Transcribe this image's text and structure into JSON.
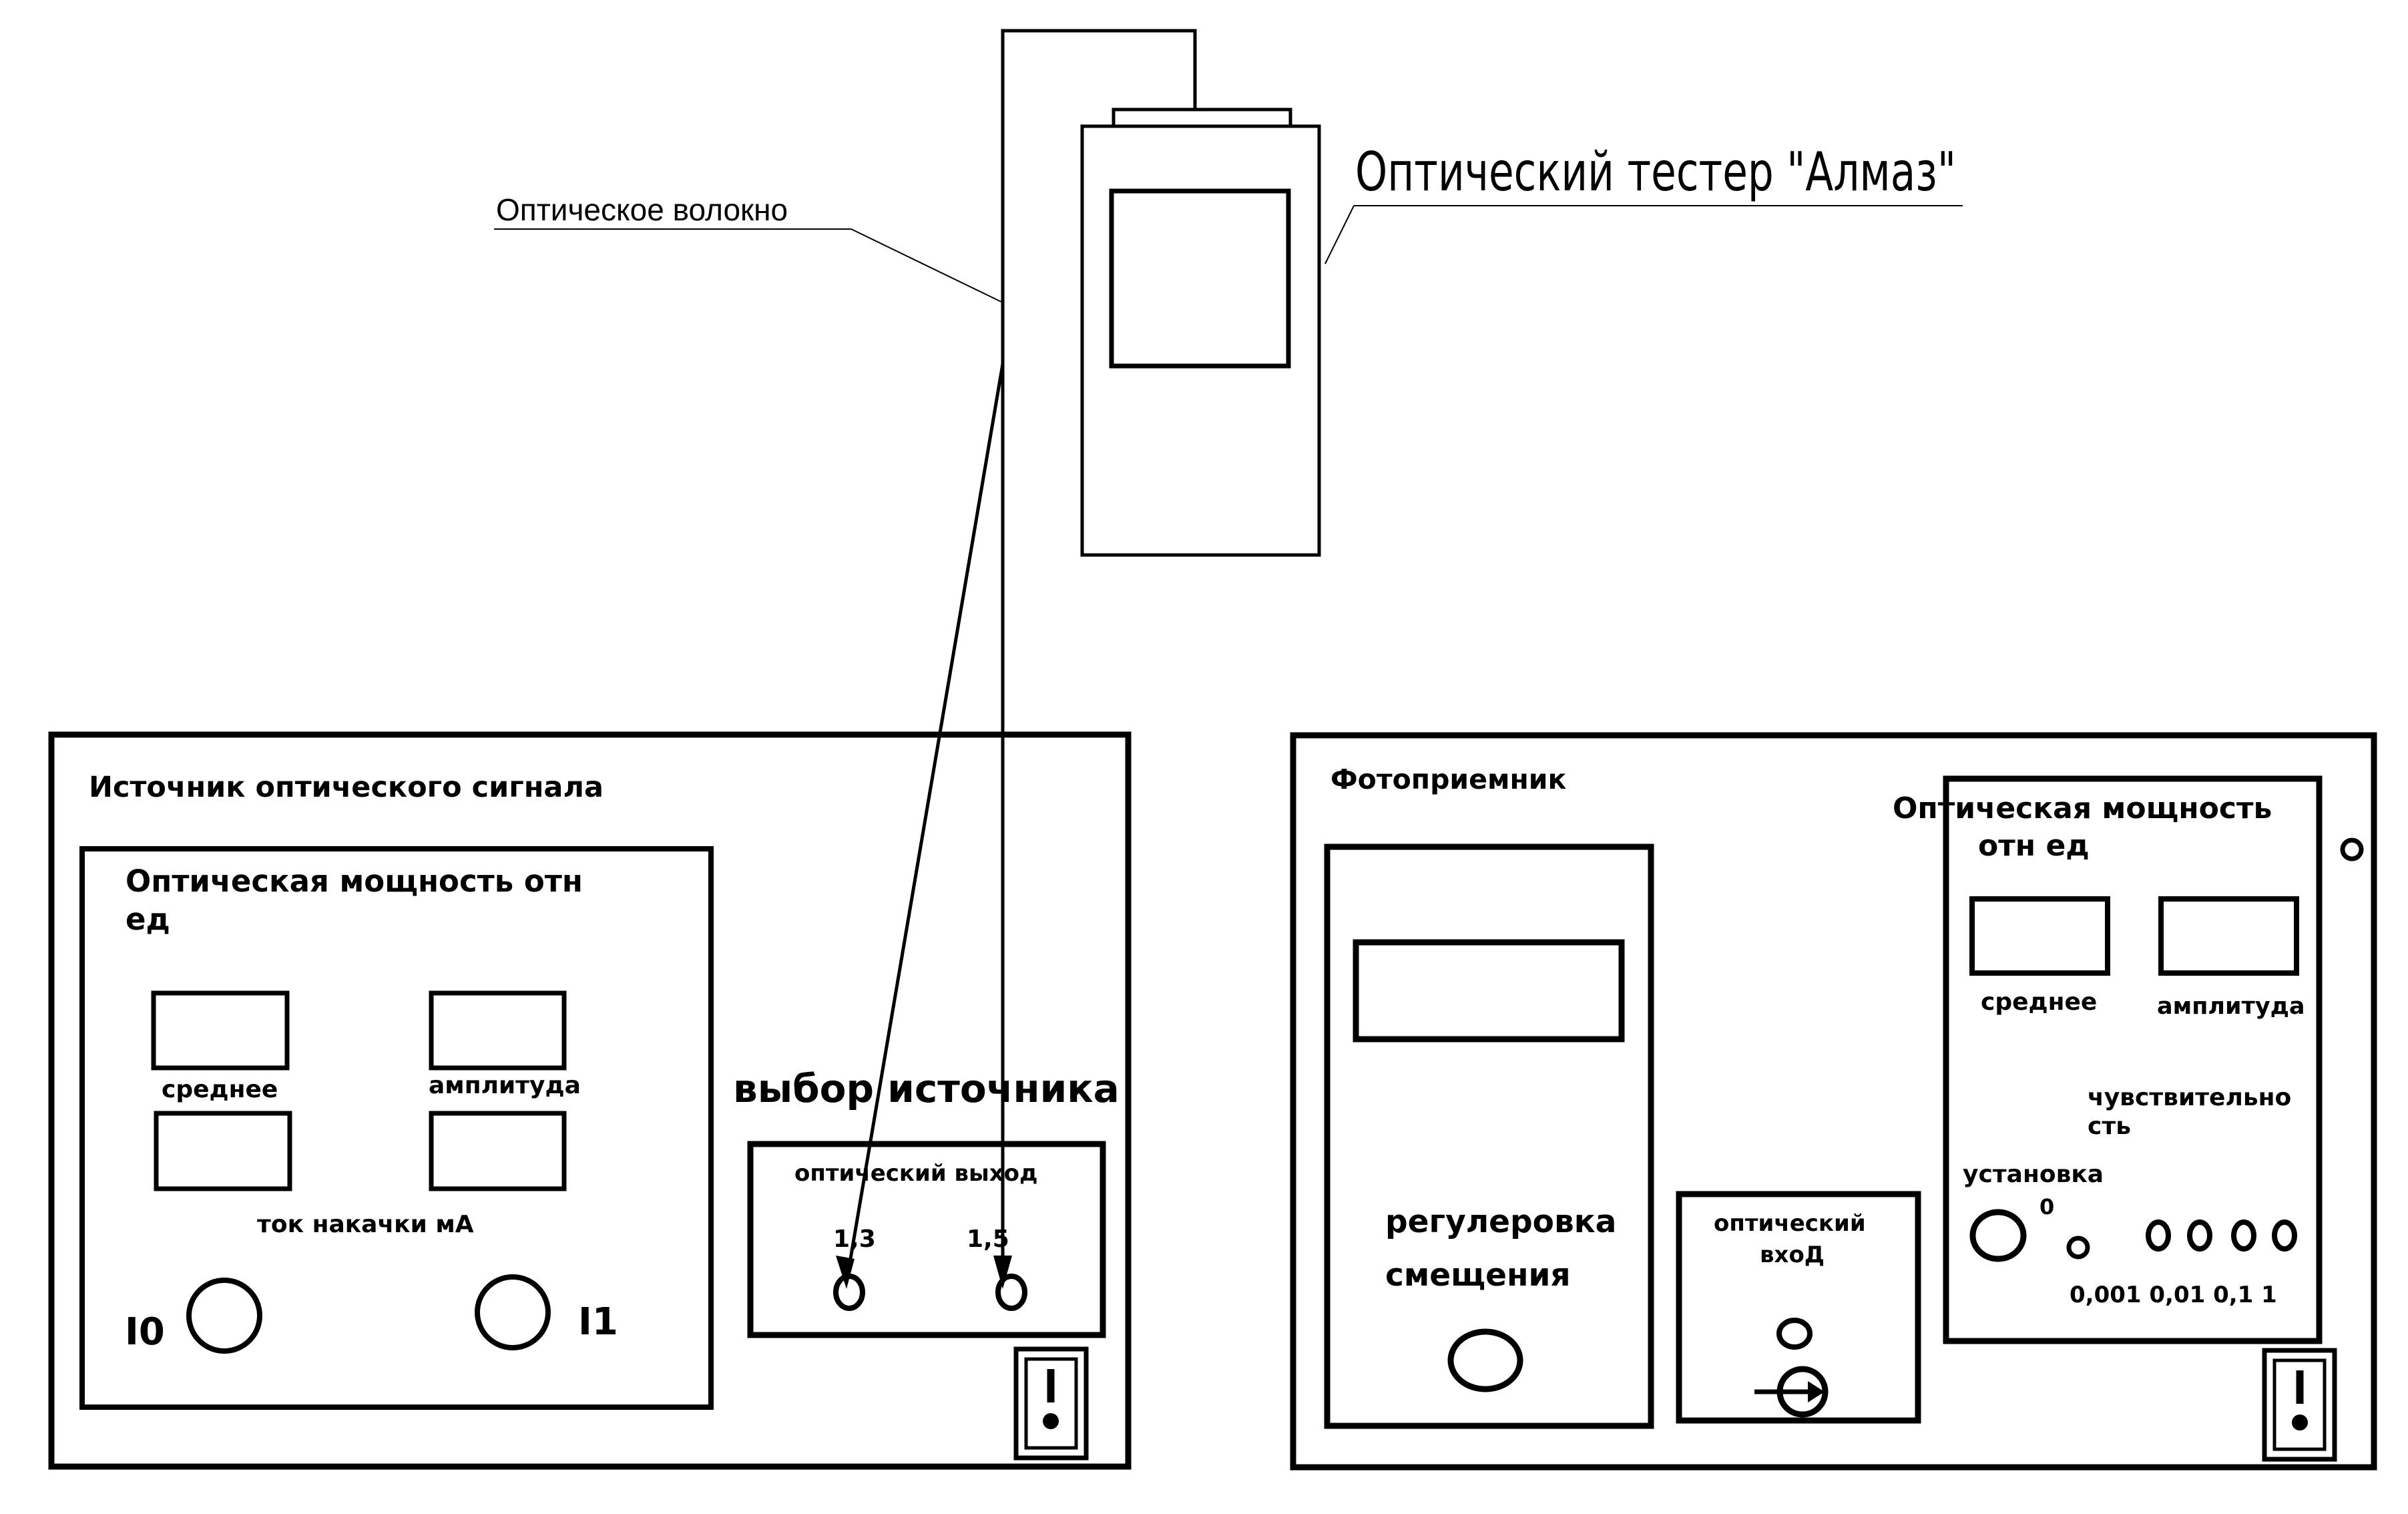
{
  "title": "Оптический тестер \"Алмаз\"",
  "fiber_label": "Оптическое волокно",
  "source": {
    "title": "Источник оптического сигнала",
    "power_line1": "Оптическая мощность отн",
    "power_line2": "ед",
    "avg_label": "среднее",
    "amp_label": "амплитуда",
    "pump_label": "ток накачки мА",
    "i0_label": "I0",
    "i1_label": "I1",
    "select_title": "выбор источника",
    "out_label": "оптический выход",
    "out_1_3": "1,3",
    "out_1_5": "1,5"
  },
  "receiver": {
    "title": "Фотоприемник",
    "bias_line1": "регулеровка",
    "bias_line2": "смещения",
    "in_line1": "оптический",
    "in_line2": "вхоД",
    "power_line1": "Оптическая мощность",
    "power_line2": "отн ед",
    "avg_label": "среднее",
    "amp_label": "амплитуда",
    "sens_line1": "чувствительно",
    "sens_line2": "сть",
    "setup_label": "установка",
    "zero_label": "0",
    "scale_label": "0,001 0,01 0,1 1"
  }
}
